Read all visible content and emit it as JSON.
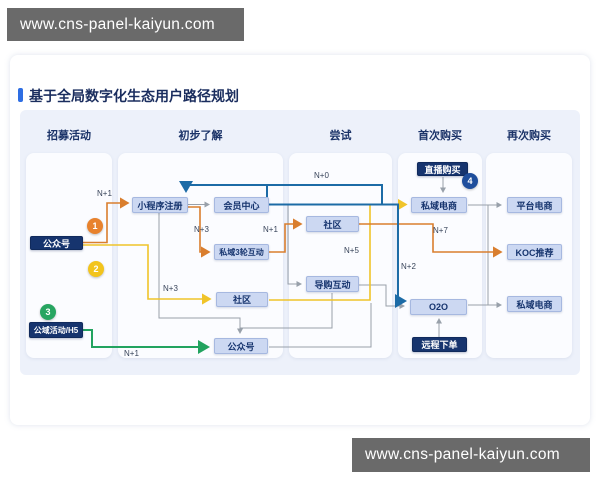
{
  "watermark_top": "www.cns-panel-kaiyun.com",
  "watermark_bottom": "www.cns-panel-kaiyun.com",
  "title": "基于全局数字化生态用户路径规划",
  "columns": [
    "招募活动",
    "初步了解",
    "尝试",
    "首次购买",
    "再次购买"
  ],
  "nodes": [
    {
      "id": "official-account",
      "label": "公众号",
      "style": "dark"
    },
    {
      "id": "public-domain-activity-h5",
      "label": "公域活动/H5",
      "style": "dark"
    },
    {
      "id": "miniprogram-register",
      "label": "小程序注册",
      "style": "light"
    },
    {
      "id": "member-center",
      "label": "会员中心",
      "style": "light"
    },
    {
      "id": "private-3round-interaction",
      "label": "私域3轮互动",
      "style": "light"
    },
    {
      "id": "community-learn",
      "label": "社区",
      "style": "light"
    },
    {
      "id": "official-account-learn",
      "label": "公众号",
      "style": "light"
    },
    {
      "id": "community-try",
      "label": "社区",
      "style": "light"
    },
    {
      "id": "guide-interaction",
      "label": "导购互动",
      "style": "light"
    },
    {
      "id": "live-purchase",
      "label": "直播购买",
      "style": "dark"
    },
    {
      "id": "private-ecommerce-first",
      "label": "私域电商",
      "style": "light"
    },
    {
      "id": "o2o",
      "label": "O2O",
      "style": "light"
    },
    {
      "id": "remote-order",
      "label": "远程下单",
      "style": "dark"
    },
    {
      "id": "platform-ecommerce",
      "label": "平台电商",
      "style": "light"
    },
    {
      "id": "koc-recommend",
      "label": "KOC推荐",
      "style": "light"
    },
    {
      "id": "private-ecommerce-repeat",
      "label": "私域电商",
      "style": "light"
    }
  ],
  "badges": [
    {
      "number": "1",
      "color": "#E8822D"
    },
    {
      "number": "2",
      "color": "#F2C41D"
    },
    {
      "number": "3",
      "color": "#27A561"
    },
    {
      "number": "4",
      "color": "#1F4E9C"
    }
  ],
  "edge_labels": [
    "N+1",
    "N+3",
    "N+1",
    "N+0",
    "N+3",
    "N+5",
    "N+2",
    "N+7",
    "N+1"
  ],
  "edges": [
    {
      "from": "公众号",
      "to": "小程序注册",
      "color": "orange",
      "label": "N+1"
    },
    {
      "from": "公众号",
      "to": "社区(初步了解)",
      "color": "yellow",
      "label": "N+3"
    },
    {
      "from": "小程序注册",
      "to": "会员中心",
      "color": "gray",
      "label": ""
    },
    {
      "from": "小程序注册",
      "to": "私域3轮互动",
      "color": "orange",
      "label": "N+3"
    },
    {
      "from": "私域3轮互动",
      "to": "社区(尝试)",
      "color": "orange",
      "label": "N+1"
    },
    {
      "from": "会员中心",
      "to": "私域电商(首次购买)",
      "color": "blue",
      "label": "N+0"
    },
    {
      "from": "会员中心",
      "to": "小程序注册",
      "color": "blue",
      "label": ""
    },
    {
      "from": "会员中心",
      "to": "导购互动",
      "color": "gray",
      "label": ""
    },
    {
      "from": "社区(初步了解)",
      "to": "私域电商(首次购买)",
      "color": "yellow",
      "label": "N+5"
    },
    {
      "from": "社区(尝试)",
      "to": "KOC推荐",
      "color": "orange",
      "label": "N+7"
    },
    {
      "from": "会员中心",
      "to": "O2O",
      "color": "blue",
      "label": "N+2"
    },
    {
      "from": "导购互动",
      "to": "O2O",
      "color": "gray",
      "label": ""
    },
    {
      "from": "小程序注册",
      "to": "公众号(初步了解)",
      "color": "gray",
      "label": ""
    },
    {
      "from": "导购互动",
      "to": "公众号(初步了解)",
      "color": "gray",
      "label": ""
    },
    {
      "from": "公众号(初步了解)",
      "to": "私域电商(首次购买)",
      "color": "gray",
      "label": ""
    },
    {
      "from": "公域活动/H5",
      "to": "公众号(初步了解)",
      "color": "green",
      "label": "N+1"
    },
    {
      "from": "直播购买",
      "to": "私域电商(首次购买)",
      "color": "gray",
      "label": ""
    },
    {
      "from": "远程下单",
      "to": "O2O",
      "color": "gray",
      "label": ""
    },
    {
      "from": "私域电商(首次购买)",
      "to": "平台电商",
      "color": "gray",
      "label": ""
    },
    {
      "from": "O2O",
      "to": "私域电商(再次购买)",
      "color": "gray",
      "label": ""
    }
  ],
  "colors": {
    "orange_line": "#D97E2E",
    "yellow_line": "#F0C42A",
    "green_line": "#22A35F",
    "blue_line": "#1C6BA6",
    "gray_line": "#98A0AA",
    "dark_node": "#16346E",
    "light_node": "#CCD8F2",
    "title_accent": "#2E6EE3",
    "watermark_bar": "#6A6A6A",
    "diagram_background": "#EDF1FA"
  }
}
